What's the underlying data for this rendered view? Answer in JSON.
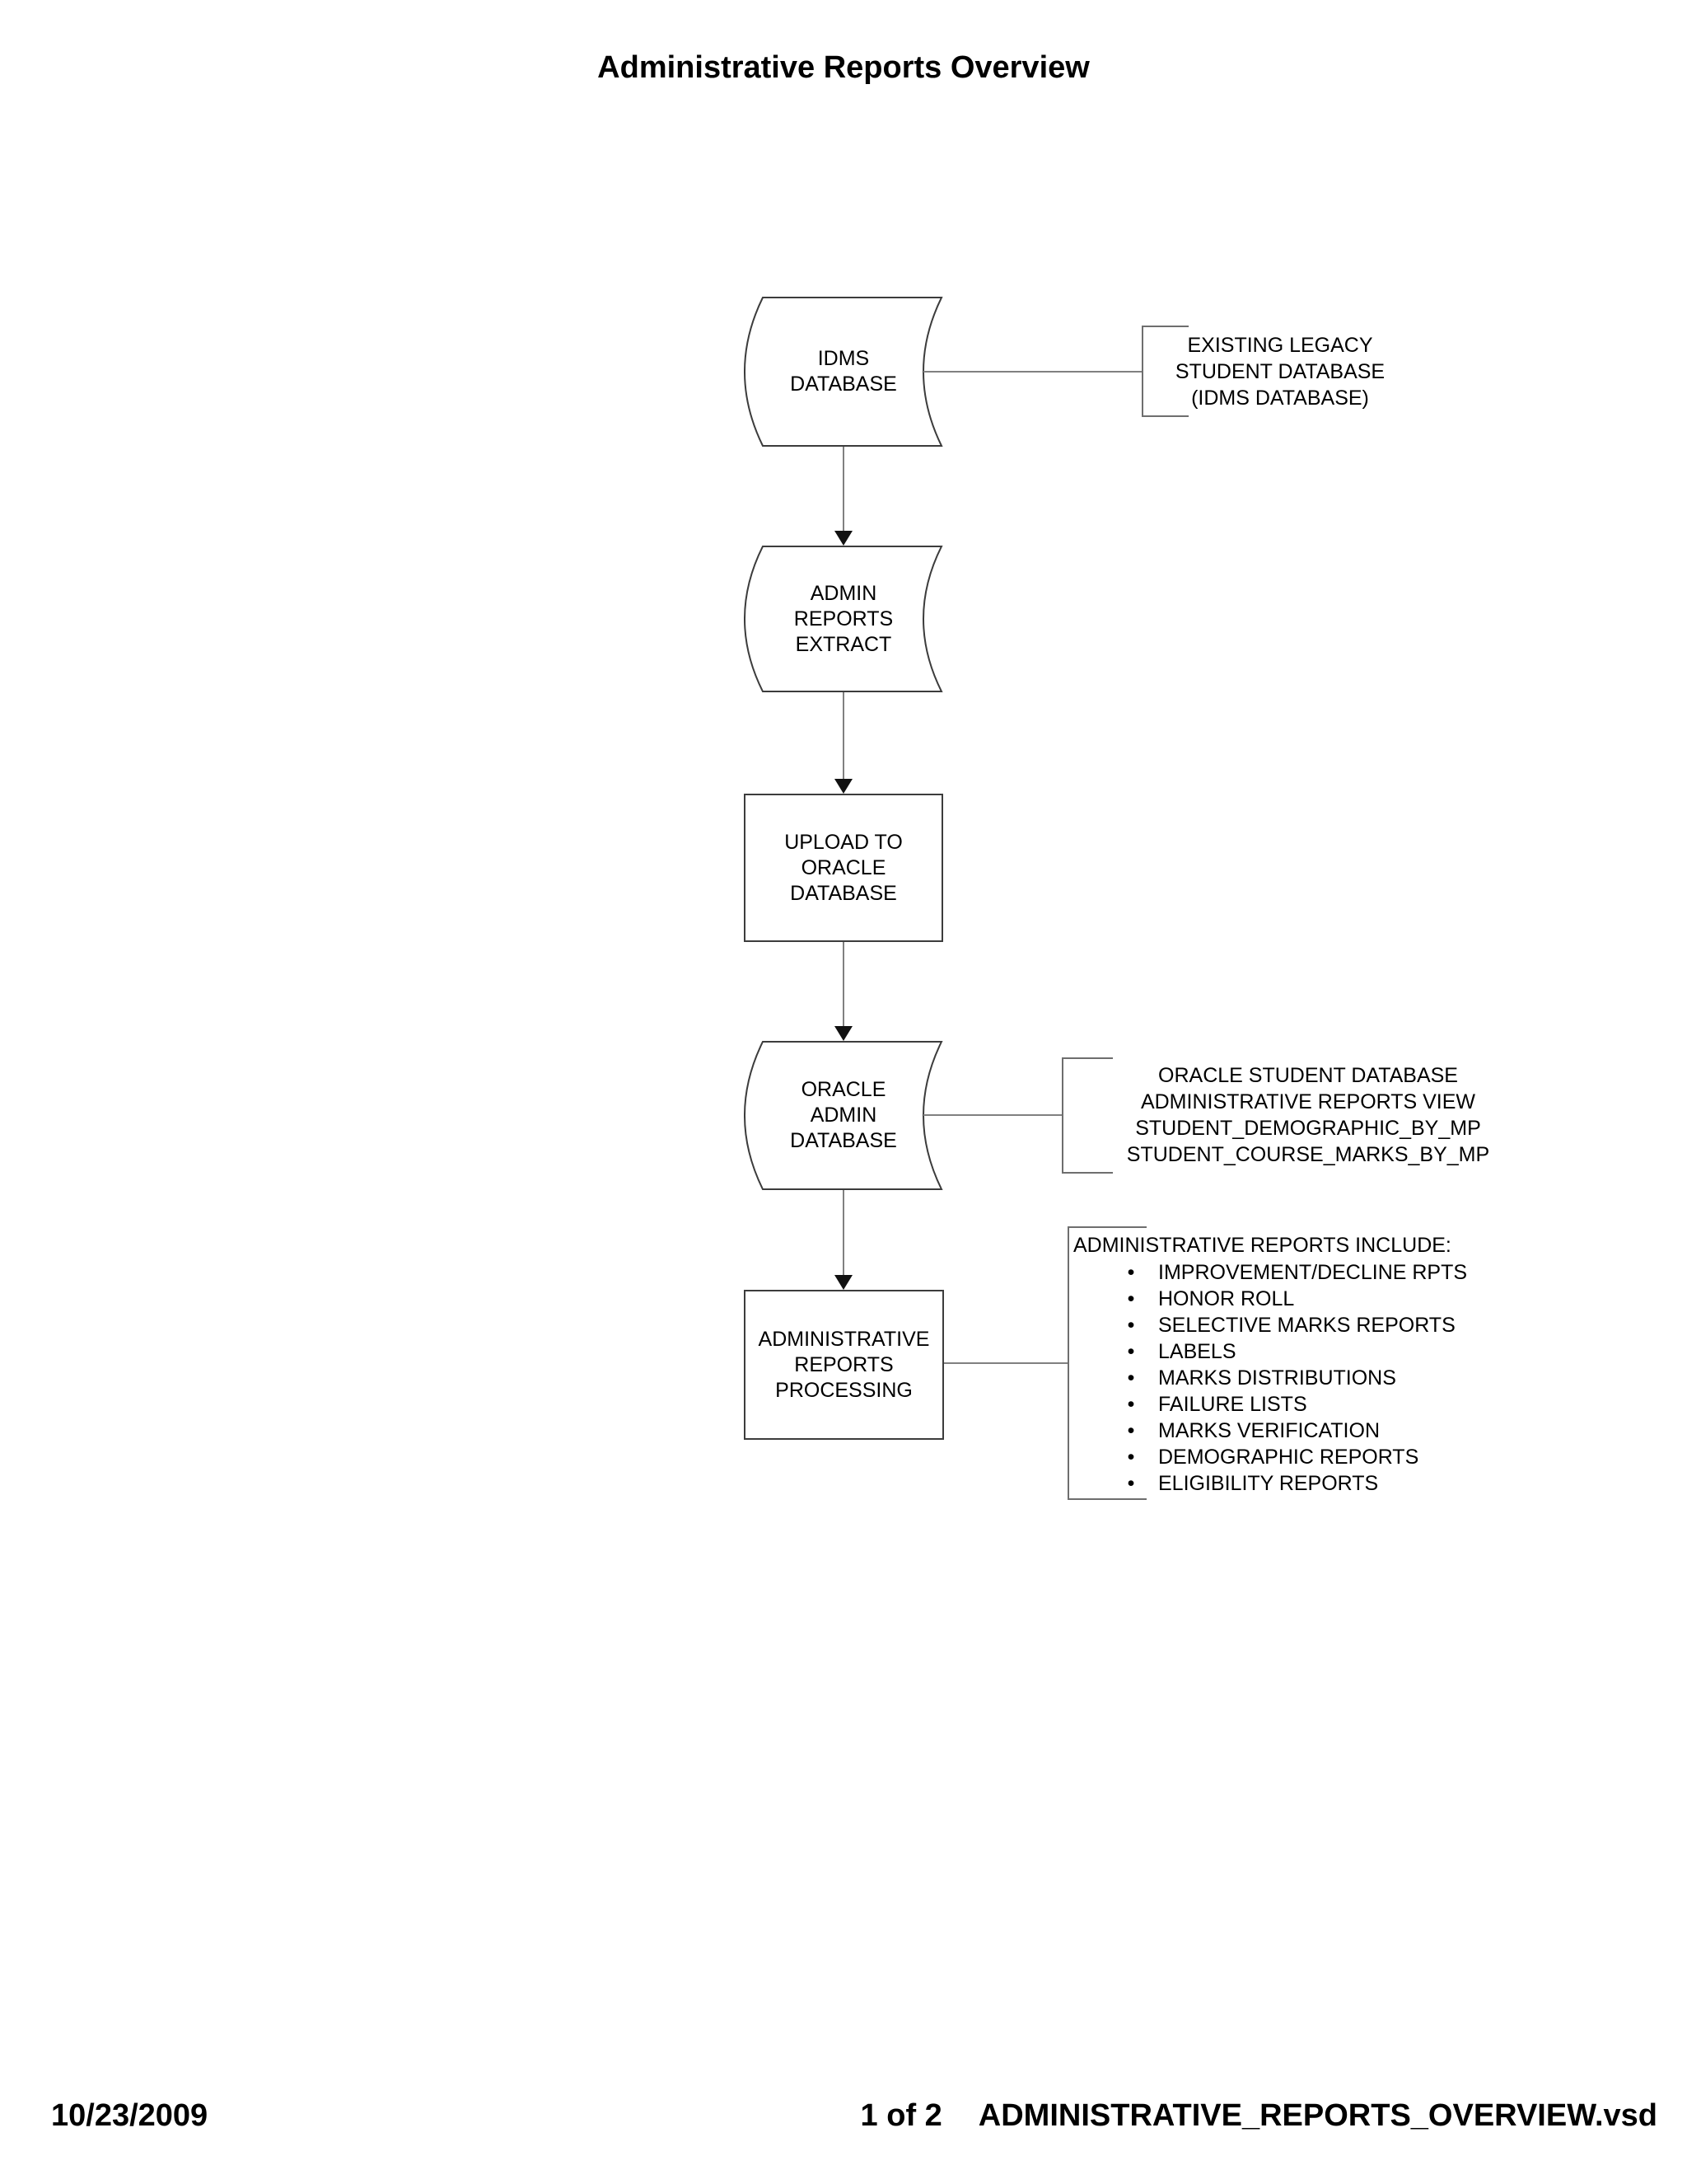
{
  "page": {
    "title": "Administrative Reports Overview",
    "footer": {
      "date": "10/23/2009",
      "page_number": "1 of 2",
      "filename": "ADMINISTRATIVE_REPORTS_OVERVIEW.vsd"
    }
  },
  "flow": {
    "nodes": [
      {
        "id": "idms-database",
        "type": "stored-data",
        "label": "IDMS\nDATABASE"
      },
      {
        "id": "admin-reports-extract",
        "type": "stored-data",
        "label": "ADMIN\nREPORTS\nEXTRACT"
      },
      {
        "id": "upload-to-oracle-database",
        "type": "process",
        "label": "UPLOAD TO\nORACLE\nDATABASE"
      },
      {
        "id": "oracle-admin-database",
        "type": "stored-data",
        "label": "ORACLE\nADMIN\nDATABASE"
      },
      {
        "id": "administrative-reports-processing",
        "type": "process",
        "label": "ADMINISTRATIVE\nREPORTS\nPROCESSING"
      }
    ],
    "annotations": [
      {
        "text": "EXISTING LEGACY\nSTUDENT DATABASE\n(IDMS DATABASE)"
      },
      {
        "text": "ORACLE STUDENT DATABASE\nADMINISTRATIVE REPORTS VIEW\nSTUDENT_DEMOGRAPHIC_BY_MP\nSTUDENT_COURSE_MARKS_BY_MP"
      },
      {
        "header": "ADMINISTRATIVE REPORTS INCLUDE:",
        "items": [
          "IMPROVEMENT/DECLINE RPTS",
          "HONOR ROLL",
          "SELECTIVE MARKS REPORTS",
          "LABELS",
          "MARKS DISTRIBUTIONS",
          "FAILURE LISTS",
          "MARKS VERIFICATION",
          "DEMOGRAPHIC REPORTS",
          "ELIGIBILITY REPORTS"
        ]
      }
    ]
  },
  "ui": {
    "bullet": "•",
    "colors": {
      "background": "#ffffff",
      "text": "#000000",
      "connector": "#808080",
      "shape_border": "#3c3c3c",
      "arrowhead": "#111111"
    }
  }
}
